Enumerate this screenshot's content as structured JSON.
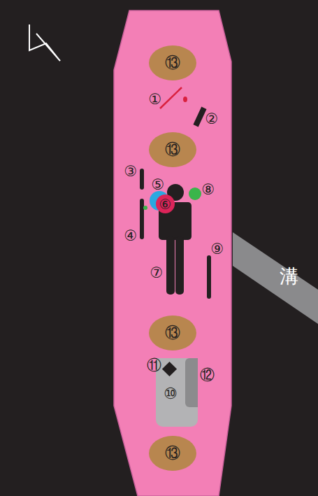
{
  "diagram": {
    "nodes": [
      {
        "text": [
          "⑬"
        ]
      },
      {
        "text": [
          "⑬"
        ]
      },
      {
        "text": [
          "⑥"
        ]
      },
      {
        "text": [
          "溝"
        ]
      },
      {
        "text": [
          "⑬"
        ]
      },
      {
        "text": [
          "⑩"
        ]
      },
      {
        "text": [
          "⑬"
        ]
      }
    ],
    "labels": [
      "①",
      "②",
      "③",
      "⑤",
      "⑧",
      "④",
      "⑨",
      "⑦",
      "⑪",
      "⑫"
    ]
  }
}
